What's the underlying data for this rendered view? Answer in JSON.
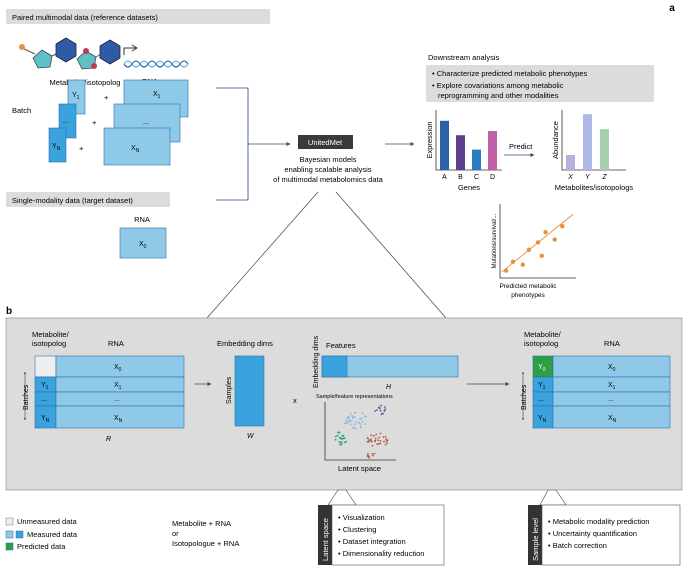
{
  "panel_a": {
    "label": "a",
    "paired_box": "Paired multimodal data (reference datasets)",
    "metabolite_label": "Metabolite/isotopolog",
    "rna_label": "RNA",
    "batch_label": "Batch",
    "y1": "Y",
    "y1_sub": "1",
    "yn": "Y",
    "yn_sub": "N",
    "x1": "X",
    "x1_sub": "1",
    "xn": "X",
    "xn_sub": "N",
    "dots": "...",
    "plus": "+",
    "single_box": "Single-modality data (target dataset)",
    "rna_label2": "RNA",
    "x0": "X",
    "x0_sub": "0",
    "unitedmet": "UnitedMet",
    "bayes_lines": [
      "Bayesian models",
      "enabling scalable analysis",
      "of multimodal metabolomics data"
    ],
    "downstream_title": "Downstream analysis",
    "downstream_items": [
      "Characterize predicted metabolic phenotypes",
      "Explore covariations among metabolic",
      "reprogramming and other modalities"
    ],
    "predict_label": "Predict"
  },
  "chart_data": [
    {
      "type": "bar",
      "ylabel": "Expression",
      "xlabel": "Genes",
      "categories": [
        "A",
        "B",
        "C",
        "D"
      ],
      "values": [
        0.82,
        0.58,
        0.34,
        0.65
      ],
      "colors": [
        "#2b63a6",
        "#5b3f8c",
        "#2c7bc0",
        "#c060a6"
      ]
    },
    {
      "type": "bar",
      "ylabel": "Abundance",
      "xlabel": "Metabolites/isotopologs",
      "categories": [
        "X",
        "Y",
        "Z"
      ],
      "values": [
        0.25,
        0.93,
        0.68
      ],
      "colors": [
        "#b7b1d9",
        "#aeb8e4",
        "#a6cfae"
      ]
    },
    {
      "type": "scatter",
      "ylabel": "Mutations/survival/...",
      "xlabel_lines": [
        "Predicted metabolic",
        "phenotypes"
      ],
      "points": [
        [
          0.08,
          0.1
        ],
        [
          0.17,
          0.22
        ],
        [
          0.3,
          0.18
        ],
        [
          0.38,
          0.38
        ],
        [
          0.5,
          0.48
        ],
        [
          0.55,
          0.3
        ],
        [
          0.6,
          0.62
        ],
        [
          0.72,
          0.52
        ],
        [
          0.82,
          0.7
        ]
      ],
      "fit": [
        [
          0.02,
          0.08
        ],
        [
          0.96,
          0.86
        ]
      ],
      "color": "#e8913b"
    }
  ],
  "panel_b": {
    "label": "b",
    "metabolite_header": [
      "Metabolite/",
      "isotopolog"
    ],
    "rna_header": "RNA",
    "x0": "X",
    "x0_sub": "0",
    "y1": "Y",
    "y1_sub": "1",
    "x1": "X",
    "x1_sub": "1",
    "yn": "Y",
    "yn_sub": "N",
    "xn": "X",
    "xn_sub": "N",
    "y0": "Y",
    "y0_sub": "0",
    "dots": "...",
    "batches": "Batches",
    "r_label": "R",
    "embedding_dims": "Embedding dims",
    "samples": "Samples",
    "w_label": "W",
    "times": "x",
    "features": "Features",
    "embedding_dims2": "Embedding dims",
    "h_label": "H",
    "sample_feature_rep": "Sample/feature representations",
    "latent_space": "Latent space"
  },
  "legend": {
    "unmeasured": "Unmeasured data",
    "measured": "Measured data",
    "predicted": "Predicted data",
    "combo_lines": [
      "Metabolite + RNA",
      "or",
      "Isotopologue + RNA"
    ]
  },
  "latent_callout": {
    "tab": "Latent space",
    "items": [
      "Visualization",
      "Clustering",
      "Dataset integration",
      "Dimensionality reduction"
    ]
  },
  "sample_callout": {
    "tab": "Sample level",
    "items": [
      "Metabolic modality prediction",
      "Uncertainty quantification",
      "Batch correction"
    ]
  },
  "colors": {
    "light_blue": "#8ecae8",
    "dark_blue": "#3aa3dd",
    "green": "#2ea043",
    "gray": "#e6e6e6",
    "panel_bg": "#dcdcdc",
    "navy": "#2d4a7a",
    "orange": "#e8913b"
  }
}
